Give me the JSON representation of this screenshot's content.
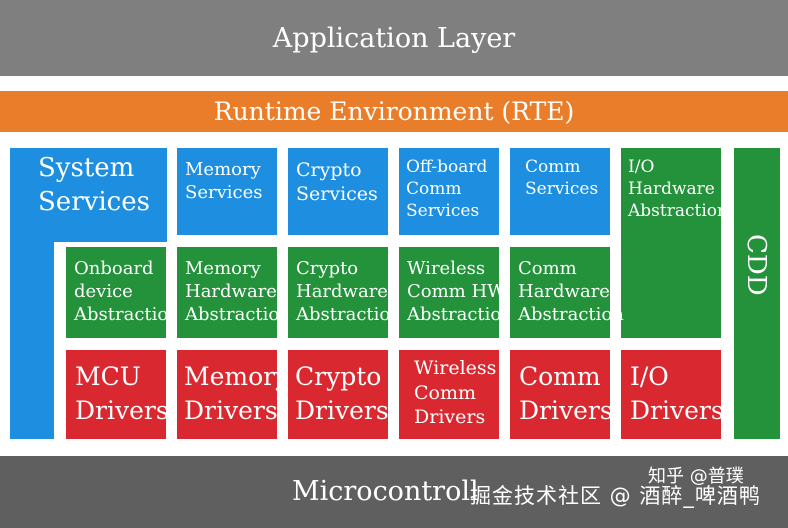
{
  "layers": {
    "application": "Application Layer",
    "rte": "Runtime Environment (RTE)",
    "microcontroller": "Microcontroll"
  },
  "services": {
    "system": "System\nServices",
    "memory": "Memory\nServices",
    "crypto": "Crypto\nServices",
    "offboard": "Off-board\nComm\nServices",
    "comm": "Comm\nServices",
    "io_hw": "I/O\nHardware\nAbstraction"
  },
  "abstraction": {
    "onboard": "Onboard\ndevice\nAbstraction",
    "memory": "Memory\nHardware\nAbstraction",
    "crypto": "Crypto\nHardware\nAbstraction",
    "wireless": "Wireless\nComm HW\nAbstraction",
    "comm": "Comm\nHardware\nAbstraction"
  },
  "drivers": {
    "mcu": "MCU\nDrivers",
    "memory": "Memory\nDrivers",
    "crypto": "Crypto\nDrivers",
    "wireless": "Wireless\nComm\nDrivers",
    "comm": "Comm\nDrivers",
    "io": "I/O\nDrivers"
  },
  "cdd": "CDD",
  "watermark": {
    "line1": "知乎 @普璞",
    "line2": "掘金技术社区 @ 酒醉_啤酒鸭"
  },
  "colors": {
    "application": "#7f7f7f",
    "rte": "#ea7d2a",
    "services": "#1d8ee0",
    "abstraction": "#23923b",
    "drivers": "#d9282f",
    "microcontroller": "#5f5f5f"
  }
}
